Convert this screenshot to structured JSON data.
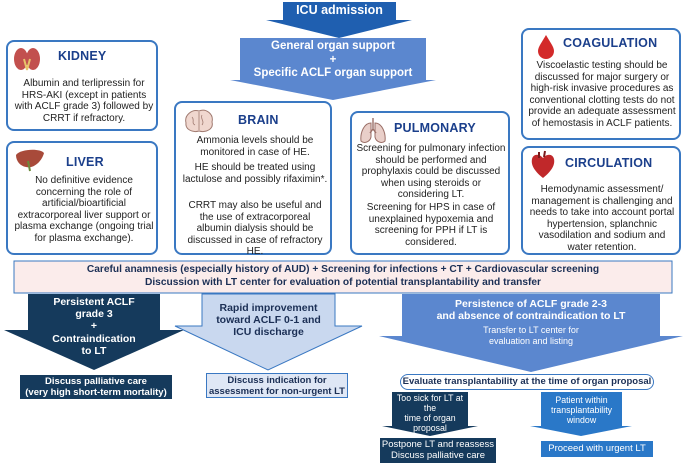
{
  "top": {
    "icu_admission": "ICU admission",
    "general_support_line1": "General organ support",
    "general_support_plus": "+",
    "general_support_line2": "Specific ACLF organ support"
  },
  "kidney": {
    "title": "KIDNEY",
    "text": "Albumin and terlipressin for HRS-AKI (except in patients with ACLF grade 3) followed by CRRT if refractory.",
    "icon": "kidney-icon"
  },
  "liver": {
    "title": "LIVER",
    "text": "No definitive evidence concerning the role of artificial/bioartificial extracorporeal liver support or plasma exchange (ongoing trial for plasma exchange).",
    "icon": "liver-icon"
  },
  "brain": {
    "title": "BRAIN",
    "text1": "Ammonia levels should be monitored in case of HE.",
    "text2": "HE should be treated using lactulose and possibly rifaximin*.",
    "text3": "CRRT may also be useful and the use of extracorporeal albumin dialysis should be discussed in case of refractory HE.",
    "icon": "brain-icon"
  },
  "pulmonary": {
    "title": "PULMONARY",
    "text1": "Screening for pulmonary infection should be performed and prophylaxis could be discussed when using steroids or considering LT.",
    "text2": "Screening for HPS in case of unexplained hypoxemia and screening for PPH if LT is considered.",
    "icon": "lungs-icon"
  },
  "coagulation": {
    "title": "COAGULATION",
    "text": "Viscoelastic testing should be discussed for major surgery or high-risk invasive procedures as conventional clotting tests do not provide an adequate assessment of hemostasis in ACLF patients.",
    "icon": "blood-drop-icon"
  },
  "circulation": {
    "title": "CIRCULATION",
    "text": "Hemodynamic assessment/ management is challenging and needs to take into account portal hypertension, splanchnic vasodilation and sodium and water retention.",
    "icon": "heart-icon"
  },
  "screening": {
    "line1": "Careful anamnesis (especially history of AUD) + Screening for infections + CT + Cardiovascular screening",
    "line2": "Discussion with LT center for evaluation of potential transplantability and transfer"
  },
  "branch_left": {
    "line1": "Persistent ACLF",
    "line2": "grade 3",
    "line3": "+",
    "line4": "Contraindication",
    "line5": "to LT",
    "outcome_line1": "Discuss palliative care",
    "outcome_line2": "(very high short-term mortality)"
  },
  "branch_middle": {
    "line1": "Rapid improvement",
    "line2": "toward ACLF 0-1 and",
    "line3": "ICU discharge",
    "outcome_line1": "Discuss indication for",
    "outcome_line2": "assessment for non-urgent LT"
  },
  "branch_right": {
    "line1": "Persistence of ACLF grade 2-3",
    "line2": "and absence of contraindication to LT",
    "sub_line1": "Transfer to LT center for",
    "sub_line2": "evaluation and listing",
    "evaluate": "Evaluate transplantability at the time of organ proposal",
    "sick_line1": "Too sick for LT at the",
    "sick_line2": "time of organ",
    "sick_line3": "proposal",
    "window_line1": "Patient within",
    "window_line2": "transplantability window",
    "postpone_line1": "Postpone LT and reassess",
    "postpone_line2": "Discuss palliative care",
    "proceed": "Proceed with urgent LT"
  },
  "colors": {
    "navy": "#153a5c",
    "blue": "#2a78c8",
    "light_blue": "#c9d8ef",
    "periwinkle": "#5b87cf",
    "card_border": "#3a78c2",
    "screen_bg": "#fbeceb"
  }
}
